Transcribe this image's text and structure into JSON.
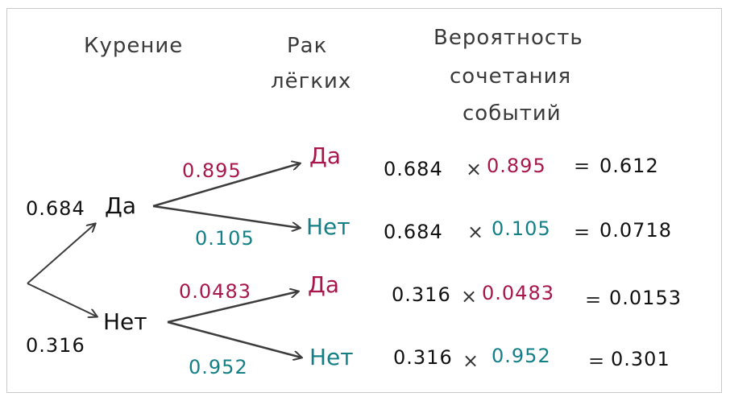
{
  "headers": {
    "smoking": "Курение",
    "cancer_line1": "Рак",
    "cancer_line2": "лёгких",
    "joint_line1": "Вероятность",
    "joint_line2": "сочетания",
    "joint_line3": "событий"
  },
  "tree": {
    "level1": {
      "yes_label": "Да",
      "no_label": "Нет",
      "p_yes": "0.684",
      "p_no": "0.316"
    },
    "level2": {
      "yes_yes": "Да",
      "yes_no": "Нет",
      "no_yes": "Да",
      "no_no": "Нет",
      "p_yes_yes": "0.895",
      "p_yes_no": "0.105",
      "p_no_yes": "0.0483",
      "p_no_no": "0.952"
    }
  },
  "joint": [
    {
      "a": "0.684",
      "op": "×",
      "b": "0.895",
      "eq": "=",
      "result": "0.612"
    },
    {
      "a": "0.684",
      "op": "×",
      "b": "0.105",
      "eq": "=",
      "result": "0.0718"
    },
    {
      "a": "0.316",
      "op": "×",
      "b": "0.0483",
      "eq": "=",
      "result": "0.0153"
    },
    {
      "a": "0.316",
      "op": "×",
      "b": "0.952",
      "eq": "=",
      "result": "0.301"
    }
  ],
  "colors": {
    "primary": "#111111",
    "yes_cancer": "#a8174c",
    "no_cancer": "#137f86",
    "arrow": "#3c3c3c",
    "frame": "#c9c9c9"
  }
}
